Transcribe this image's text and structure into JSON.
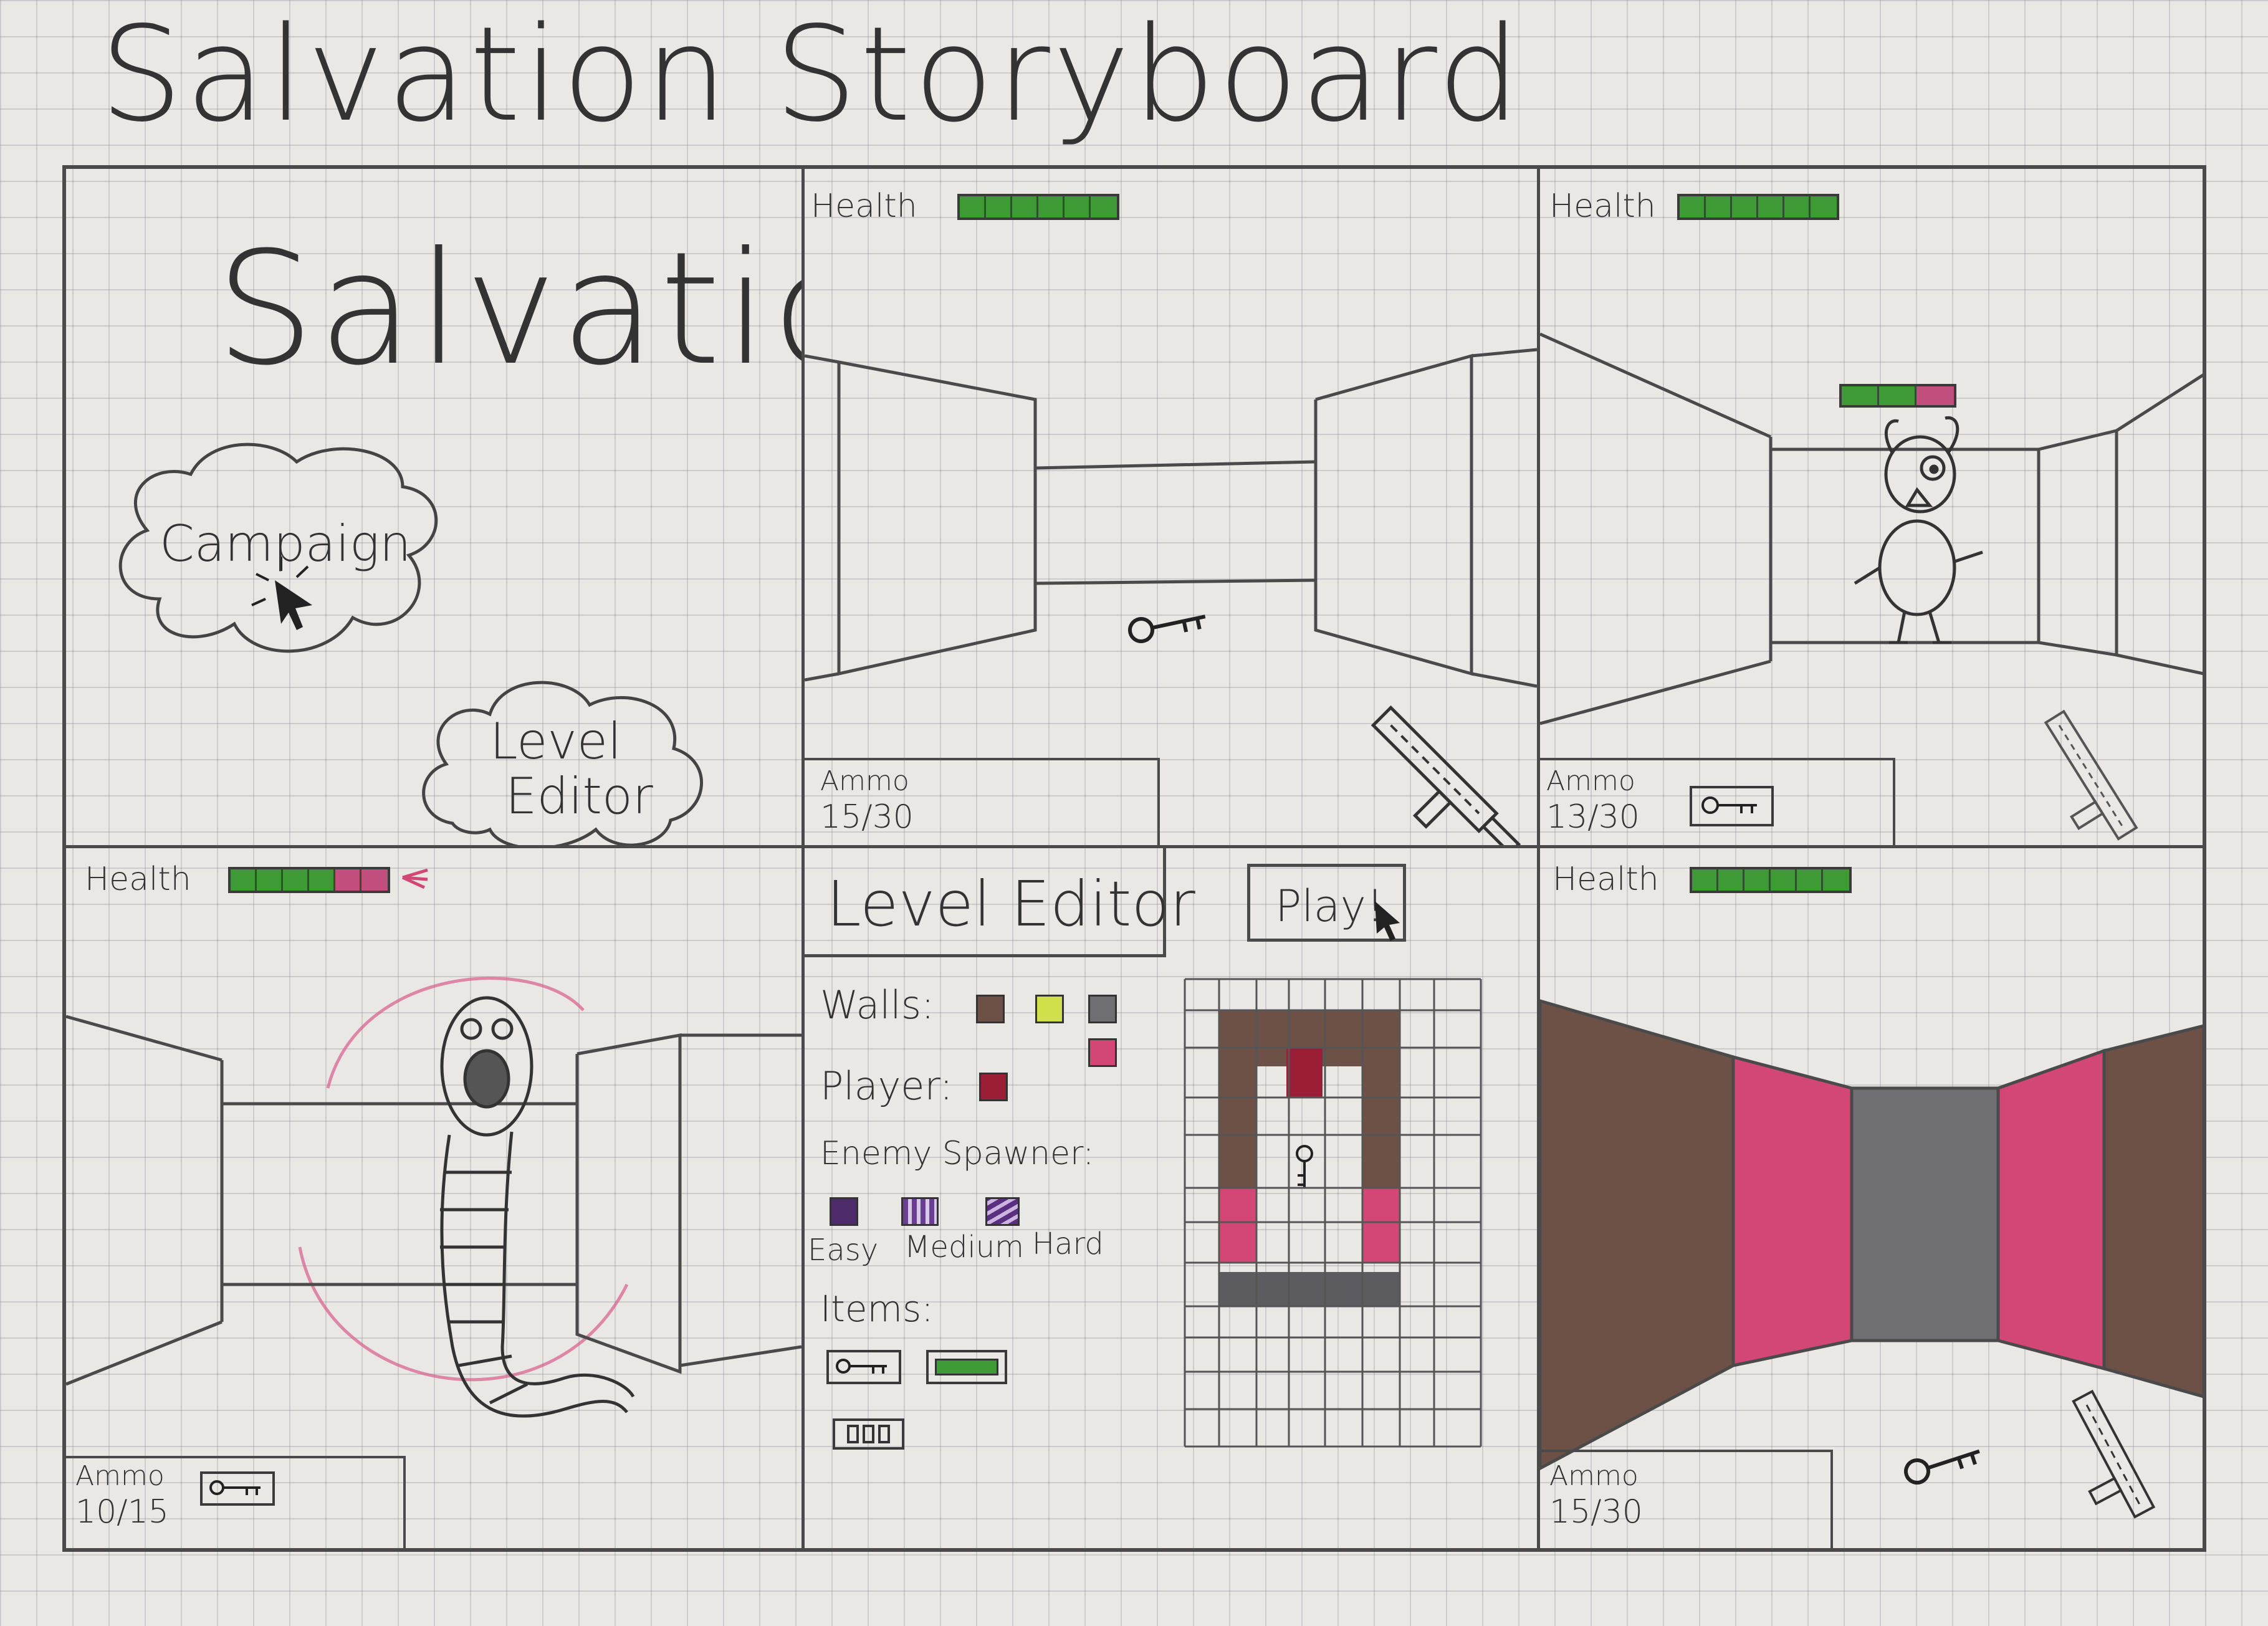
{
  "title": "Salvation Storyboard",
  "colors": {
    "health_green": "#3d9a35",
    "health_lost": "#c14e7d",
    "wall_brown": "#6e5146",
    "wall_pink": "#d24776",
    "wall_gray": "#6f6f73",
    "wall_lime": "#cfe04a",
    "player_red": "#9a1e36",
    "spawner_purple": "#4d2b6b",
    "line": "#4a4a4a"
  },
  "menu": {
    "game_title": "Salvation",
    "campaign_button": "Campaign",
    "level_editor_button_line1": "Level",
    "level_editor_button_line2": "Editor"
  },
  "hud": {
    "health_label": "Health",
    "ammo_label": "Ammo"
  },
  "panels": {
    "p2": {
      "ammo_value": "15/30",
      "health": 1.0
    },
    "p3": {
      "ammo_value": "13/30",
      "health": 1.0,
      "enemy_health": 0.67
    },
    "p4": {
      "ammo_value": "10/15",
      "health": 0.67
    },
    "p6": {
      "ammo_value": "15/30",
      "health": 1.0
    }
  },
  "editor": {
    "title": "Level Editor",
    "play_button": "Play!",
    "walls_label": "Walls:",
    "player_label": "Player:",
    "enemy_spawner_label": "Enemy Spawner:",
    "easy_label": "Easy",
    "medium_label": "Medium",
    "hard_label": "Hard",
    "items_label": "Items:"
  }
}
